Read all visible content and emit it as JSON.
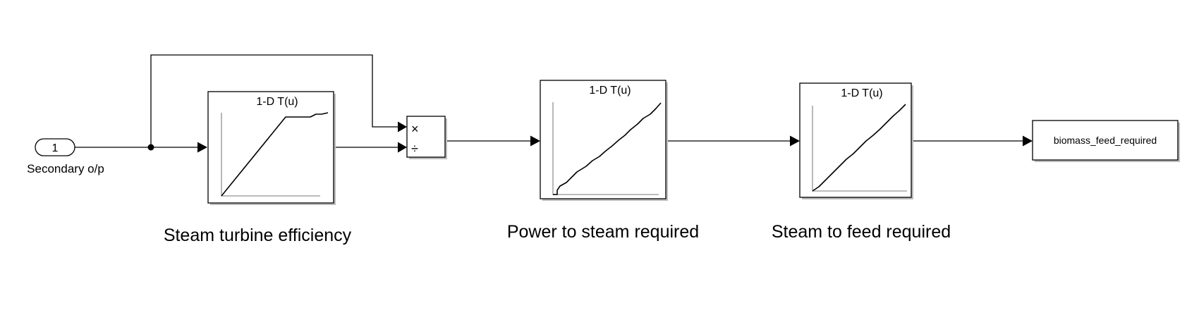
{
  "inport": {
    "number": "1",
    "label": "Secondary o/p"
  },
  "blocks": [
    {
      "header": "1-D T(u)",
      "label": "Steam turbine efficiency"
    },
    {
      "header": "1-D T(u)",
      "label": "Power to steam required"
    },
    {
      "header": "1-D T(u)",
      "label": "Steam to feed required"
    }
  ],
  "product": {
    "multiply_symbol": "×",
    "divide_symbol": "÷"
  },
  "outport": {
    "label": "biomass_feed_required"
  }
}
